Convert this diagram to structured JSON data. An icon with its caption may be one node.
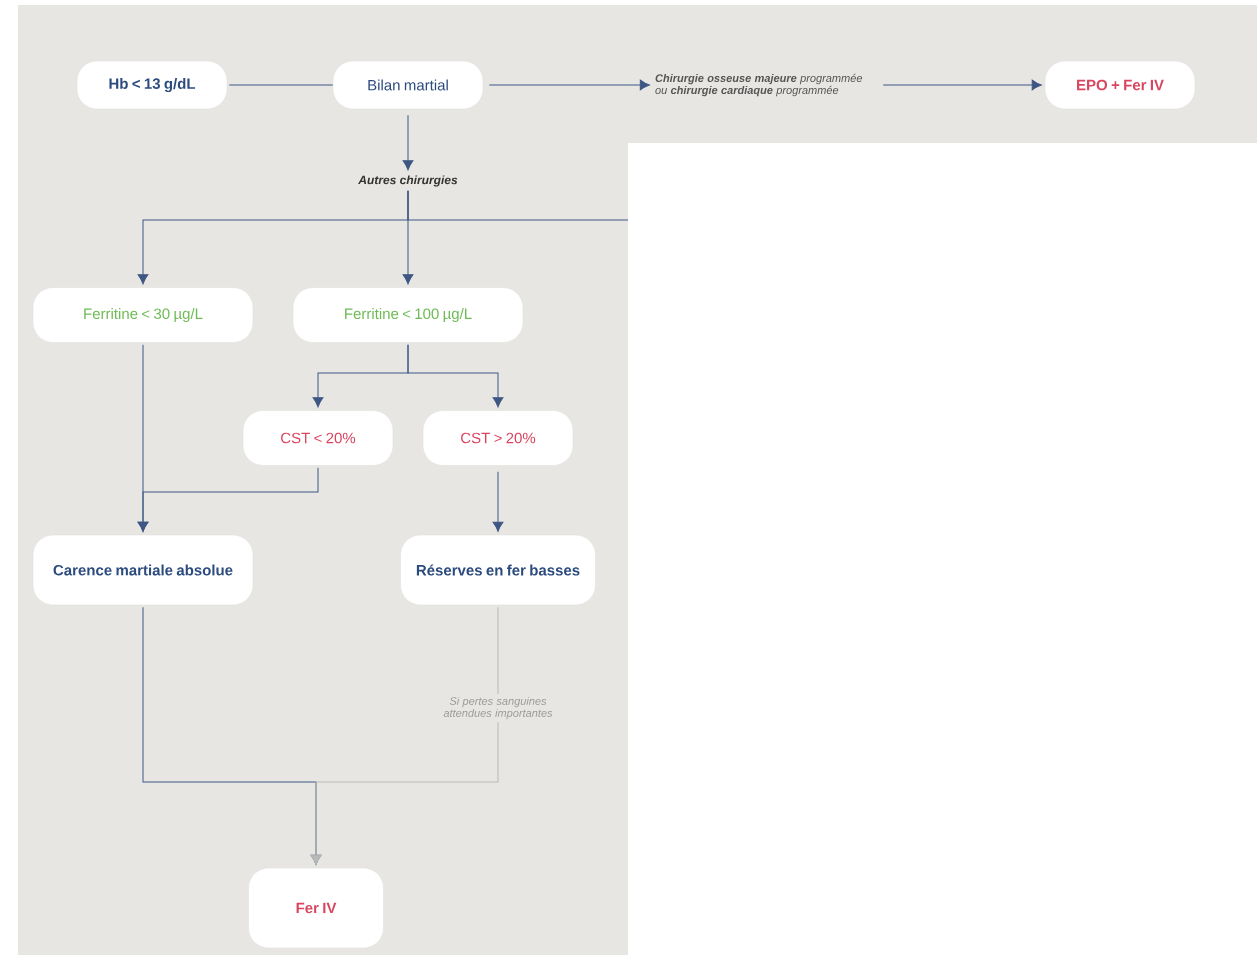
{
  "diagram": {
    "nodes": [
      {
        "text": [
          "Hb < 13 g/dL"
        ]
      },
      {
        "text": [
          "Bilan martial"
        ]
      },
      {
        "text": [
          "**Chirurgie osseuse majeure** programmée ou **chirurgie cardiaque** programmée"
        ]
      },
      {
        "text": [
          "EPO + Fer IV"
        ]
      },
      {
        "text": [
          "Autres chirurgies"
        ]
      },
      {
        "text": [
          "Ferritine < 30 µg/L"
        ]
      },
      {
        "text": [
          "Ferritine < 100 µg/L"
        ]
      },
      {
        "text": [
          "CST < 20%"
        ]
      },
      {
        "text": [
          "CST > 20%"
        ]
      },
      {
        "text": [
          "Carence martiale absolue"
        ]
      },
      {
        "text": [
          "Réserves en fer basses"
        ]
      },
      {
        "text": [
          "Fer IV"
        ]
      }
    ],
    "edges": [
      {
        "from": 0,
        "to": 1,
        "arrow": "none"
      },
      {
        "from": 1,
        "to": 2,
        "arrow": "to"
      },
      {
        "from": 2,
        "to": 3,
        "arrow": "to"
      },
      {
        "from": 1,
        "to": 4,
        "arrow": "to"
      },
      {
        "from": 4,
        "to": 5,
        "arrow": "to"
      },
      {
        "from": 4,
        "to": 6,
        "arrow": "to"
      },
      {
        "from": 4,
        "to": null,
        "arrow": "none"
      },
      {
        "from": 6,
        "to": 7,
        "arrow": "to"
      },
      {
        "from": 6,
        "to": 8,
        "arrow": "to"
      },
      {
        "from": 5,
        "to": 9,
        "arrow": "to"
      },
      {
        "from": 7,
        "to": 9,
        "arrow": "to"
      },
      {
        "from": 8,
        "to": 10,
        "arrow": "to"
      },
      {
        "from": 9,
        "to": 11,
        "arrow": "to"
      },
      {
        "from": 10,
        "to": 11,
        "arrow": "to",
        "label": "Si pertes sanguines attendues importantes",
        "color": "#b9b9b9"
      }
    ]
  }
}
